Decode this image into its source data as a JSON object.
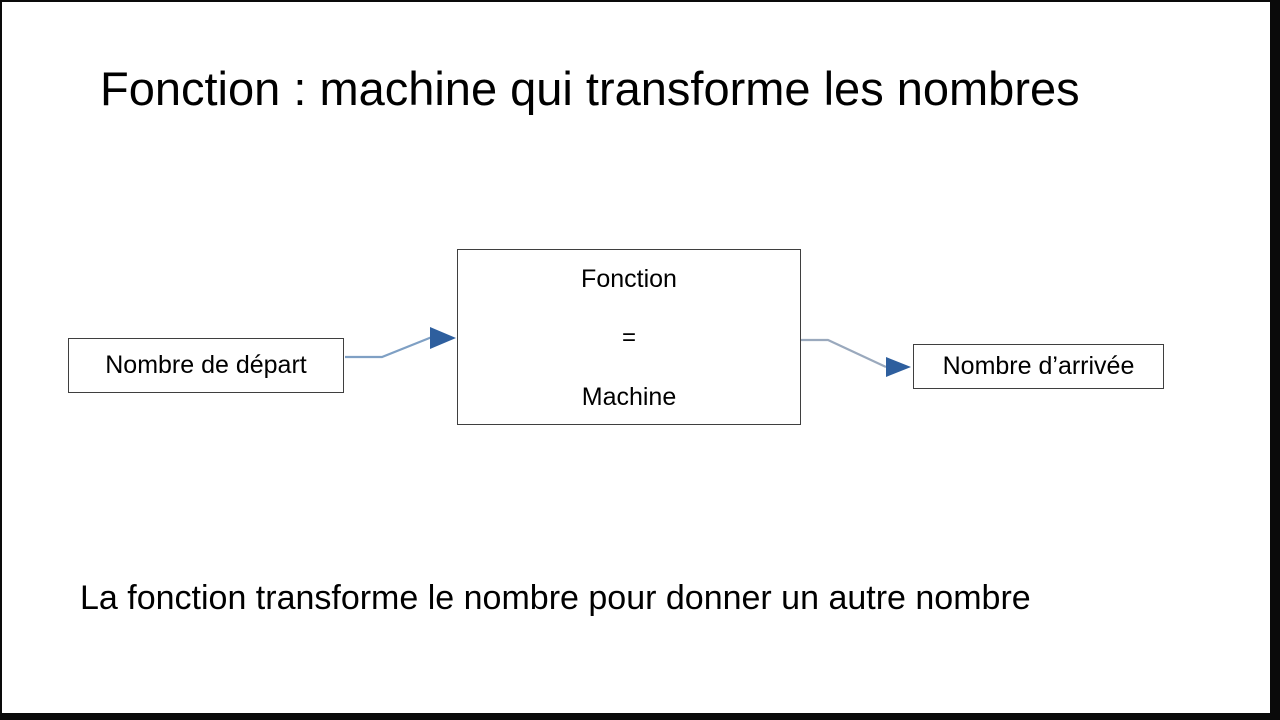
{
  "slide": {
    "title": "Fonction : machine qui transforme les nombres",
    "caption": "La fonction transforme le nombre pour donner un autre nombre",
    "background_color": "#ffffff",
    "text_color": "#000000"
  },
  "diagram": {
    "start_box": {
      "label": "Nombre de départ",
      "border_color": "#3f3f3f",
      "fill_color": "#ffffff"
    },
    "machine_box": {
      "lines": [
        "Fonction",
        "=",
        "Machine"
      ],
      "border_color": "#3f3f3f",
      "fill_color": "#ffffff"
    },
    "end_box": {
      "label": "Nombre d’arrivée",
      "border_color": "#3f3f3f",
      "fill_color": "#ffffff"
    },
    "arrows": [
      {
        "name": "arrow-start-to-machine",
        "from": "start_box",
        "to": "machine_box",
        "line_color": "#7fa0c4",
        "head_color": "#2e5f9e"
      },
      {
        "name": "arrow-machine-to-end",
        "from": "machine_box",
        "to": "end_box",
        "line_color": "#9aa9bd",
        "head_color": "#2e5f9e"
      }
    ]
  }
}
